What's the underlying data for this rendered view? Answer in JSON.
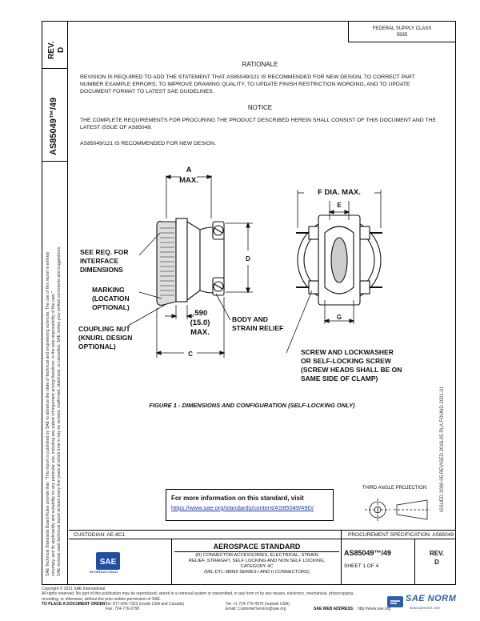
{
  "left_panel": {
    "rev_label": "REV.",
    "rev_value": "D",
    "doc_number": "AS85049™/49"
  },
  "side_note": {
    "line1": "SAE Technical Standards Board Rules provide that: \"This report is published by SAE to advance the state of technical and engineering sciences. The use of this report is entirely",
    "line2": "voluntary, and its applicability and suitability for any particular use, including any patent infringement arising therefrom, is the sole responsibility of the user.\"",
    "line3": "SAE reviews each technical report at least every five years at which time it may be revised, reaffirmed, stabilized, or cancelled. SAE invites your written comments and suggestions."
  },
  "federal_box": {
    "line1": "FEDERAL SUPPLY CLASS",
    "line2": "5935"
  },
  "rationale": {
    "heading": "RATIONALE",
    "body": "REVISION IS REQUIRED TO ADD THE STATEMENT THAT AS85049/121 IS RECOMMENDED FOR NEW DESIGN, TO CORRECT PART NUMBER EXAMPLE ERRORS, TO IMPROVE DRAWING QUALITY, TO UPDATE FINISH RESTRICTION WORDING, AND TO UPDATE DOCUMENT FORMAT TO LATEST SAE GUIDELINES."
  },
  "notice": {
    "heading": "NOTICE",
    "body": "THE COMPLETE REQUIREMENTS FOR PROCURING THE PRODUCT DESCRIBED HEREIN SHALL CONSIST OF THIS DOCUMENT AND THE LATEST ISSUE OF AS85049.",
    "recommend": "AS85049/121 IS RECOMMENDED FOR NEW DESIGN."
  },
  "drawing": {
    "dim_a": "A",
    "dim_a_max": "MAX.",
    "dim_f": "F DIA. MAX.",
    "dim_e": "E",
    "dim_d": "D",
    "dim_g": "G",
    "dim_c": "C",
    "dim_590": ".590",
    "dim_150": "(15.0)",
    "dim_max": "MAX.",
    "see_req_1": "SEE REQ. FOR",
    "see_req_2": "INTERFACE",
    "see_req_3": "DIMENSIONS",
    "marking_1": "MARKING",
    "marking_2": "(LOCATION",
    "marking_3": "OPTIONAL)",
    "coupling_1": "COUPLING NUT",
    "coupling_2": "(KNURL DESIGN",
    "coupling_3": "OPTIONAL)",
    "body_1": "BODY AND",
    "body_2": "STRAIN RELIEF",
    "screw_1": "SCREW AND LOCKWASHER",
    "screw_2": "OR SELF-LOCKING SCREW",
    "screw_3": "(SCREW HEADS SHALL BE ON",
    "screw_4": "SAME SIDE OF CLAMP)"
  },
  "figure_caption": "FIGURE 1 - DIMENSIONS AND CONFIGURATION (SELF-LOCKING ONLY)",
  "revision_note": "ISSUED 2000-05    REVISED 2016-05    RLA    FOUND 2021-01",
  "info_box": {
    "line1": "For more information on this standard, visit",
    "link": "https://www.sae.org/standards/content/AS85049/49D/"
  },
  "projection_label": "THIRD ANGLE PROJECTION",
  "custodian": "CUSTODIAN: AE-8C1",
  "procurement": "PROCUREMENT SPECIFICATION: AS85049",
  "title_block": {
    "std_title": "AEROSPACE STANDARD",
    "desc1": "(R) CONNECTOR ACCESSORIES, ELECTRICAL, STRAIN",
    "desc2": "RELIEF, STRAIGHT, SELF LOCKING AND NON SELF LOCKING,",
    "desc3": "CATEGORY 4C",
    "desc4": "(MIL-DTL-38999 SERIES I AND II CONNECTORS)",
    "doc_no": "AS85049™/49",
    "sheet": "SHEET 1 OF 4",
    "rev_label": "REV.",
    "rev_value": "D",
    "sae_logo": "SAE",
    "sae_sub": "INTERNATIONAL"
  },
  "footer": {
    "copyright": "Copyright © 2021 SAE International",
    "rights": "All rights reserved. No part of this publication may be reproduced, stored in a retrieval system or transmitted, in any form or by any means, electronic, mechanical, photocopying,",
    "rights2": "recording, or otherwise, without the prior written permission of SAE.",
    "order": "TO PLACE A DOCUMENT ORDER:",
    "tel1": "Tel: 877-606-7323 (inside USA and Canada)",
    "fax": "Fax: 724-776-0790",
    "tel2": "Tel: +1 724-776-4970 (outside USA)",
    "email": "Email: CustomerService@sae.org",
    "web": "SAE WEB ADDRESS:",
    "web_url": "http://www.sae.org"
  },
  "watermark": {
    "text": "SAE NORM",
    "sub": "www.saenorm.com"
  },
  "colors": {
    "link": "#1a3ea8",
    "sae_blue": "#1f4fa3"
  }
}
